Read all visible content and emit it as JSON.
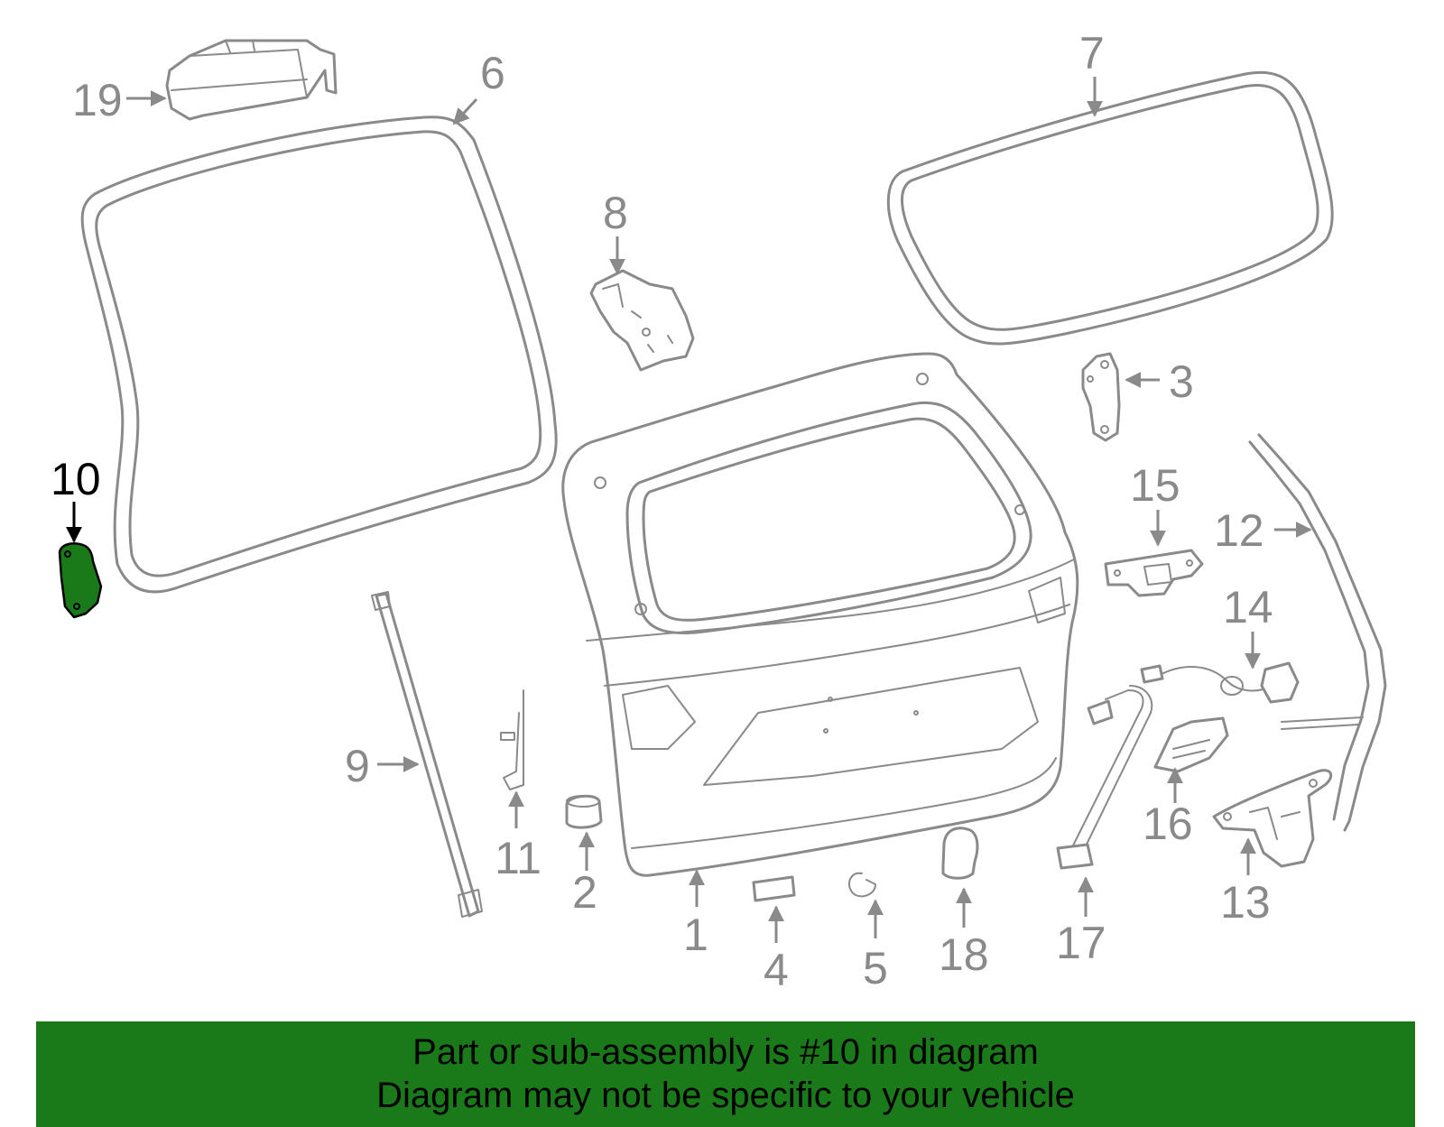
{
  "callouts": {
    "c1": "1",
    "c2": "2",
    "c3": "3",
    "c4": "4",
    "c5": "5",
    "c6": "6",
    "c7": "7",
    "c8": "8",
    "c9": "9",
    "c10": "10",
    "c11": "11",
    "c12": "12",
    "c13": "13",
    "c14": "14",
    "c15": "15",
    "c16": "16",
    "c17": "17",
    "c18": "18",
    "c19": "19"
  },
  "highlight": {
    "part_number": "10",
    "color": "#1a7a1a"
  },
  "colors": {
    "line": "#8a8a8a",
    "banner": "#1a7a1a",
    "highlight_text": "#000000"
  },
  "banner": {
    "line1": "Part or sub-assembly is #10 in diagram",
    "line2": "Diagram may not be specific to your vehicle"
  }
}
